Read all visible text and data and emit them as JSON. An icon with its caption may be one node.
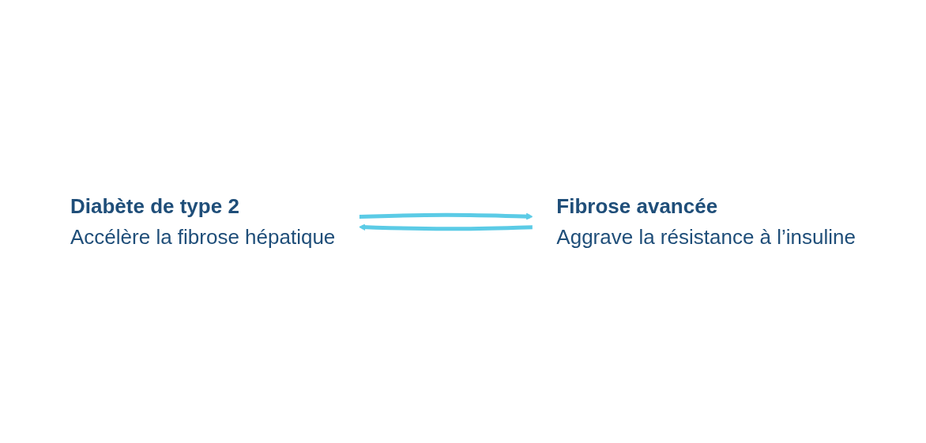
{
  "diagram": {
    "nodes": [
      {
        "text": [
          "Diabète de type 2",
          "Accélère la fibrose hépatique"
        ]
      },
      {
        "text": [
          "Fibrose avancée",
          "Aggrave la résistance à l’insuline"
        ]
      }
    ],
    "edges": [
      {
        "from": 0,
        "to": 1,
        "arrow": "to"
      },
      {
        "from": 1,
        "to": 0,
        "arrow": "to"
      }
    ]
  }
}
